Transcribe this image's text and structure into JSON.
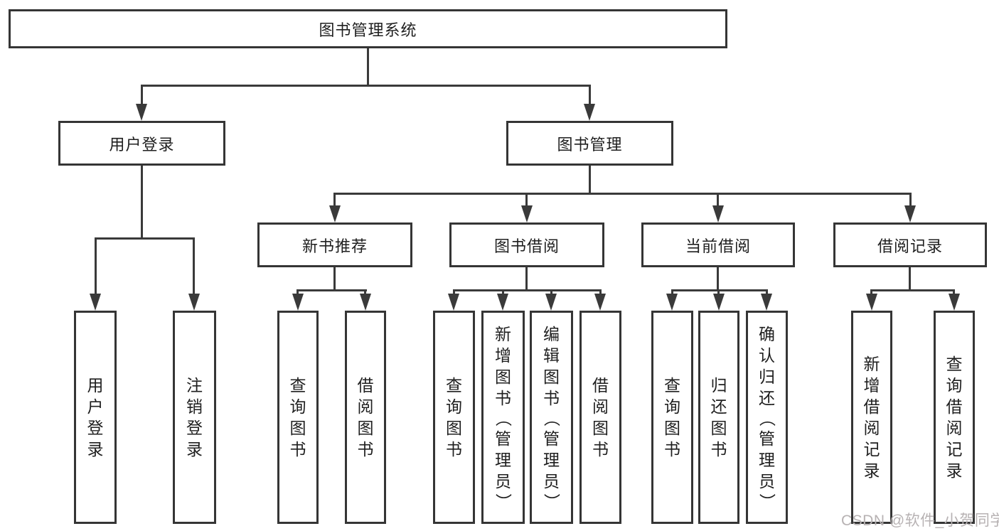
{
  "diagram": {
    "title": "图书管理系统",
    "level2": {
      "user_login": "用户登录",
      "book_mgmt": "图书管理"
    },
    "level3": {
      "new_books": "新书推荐",
      "book_borrow": "图书借阅",
      "current_borrow": "当前借阅",
      "borrow_records": "借阅记录"
    },
    "leaves": {
      "user_login": [
        "用户登录",
        "注销登录"
      ],
      "new_books": [
        "查询图书",
        "借阅图书"
      ],
      "book_borrow": [
        "查询图书",
        "新增图书（管理员）",
        "编辑图书（管理员）",
        "借阅图书"
      ],
      "current_borrow": [
        "查询图书",
        "归还图书",
        "确认归还（管理员）"
      ],
      "borrow_records": [
        "新增借阅记录",
        "查询借阅记录"
      ]
    },
    "watermark": "CSDN @软件_小贺同学",
    "colors": {
      "line": "#3a3a3a",
      "border": "#353535",
      "text": "#1f1f1f",
      "watermark": "#b7b2b3",
      "background": "#ffffff"
    }
  }
}
